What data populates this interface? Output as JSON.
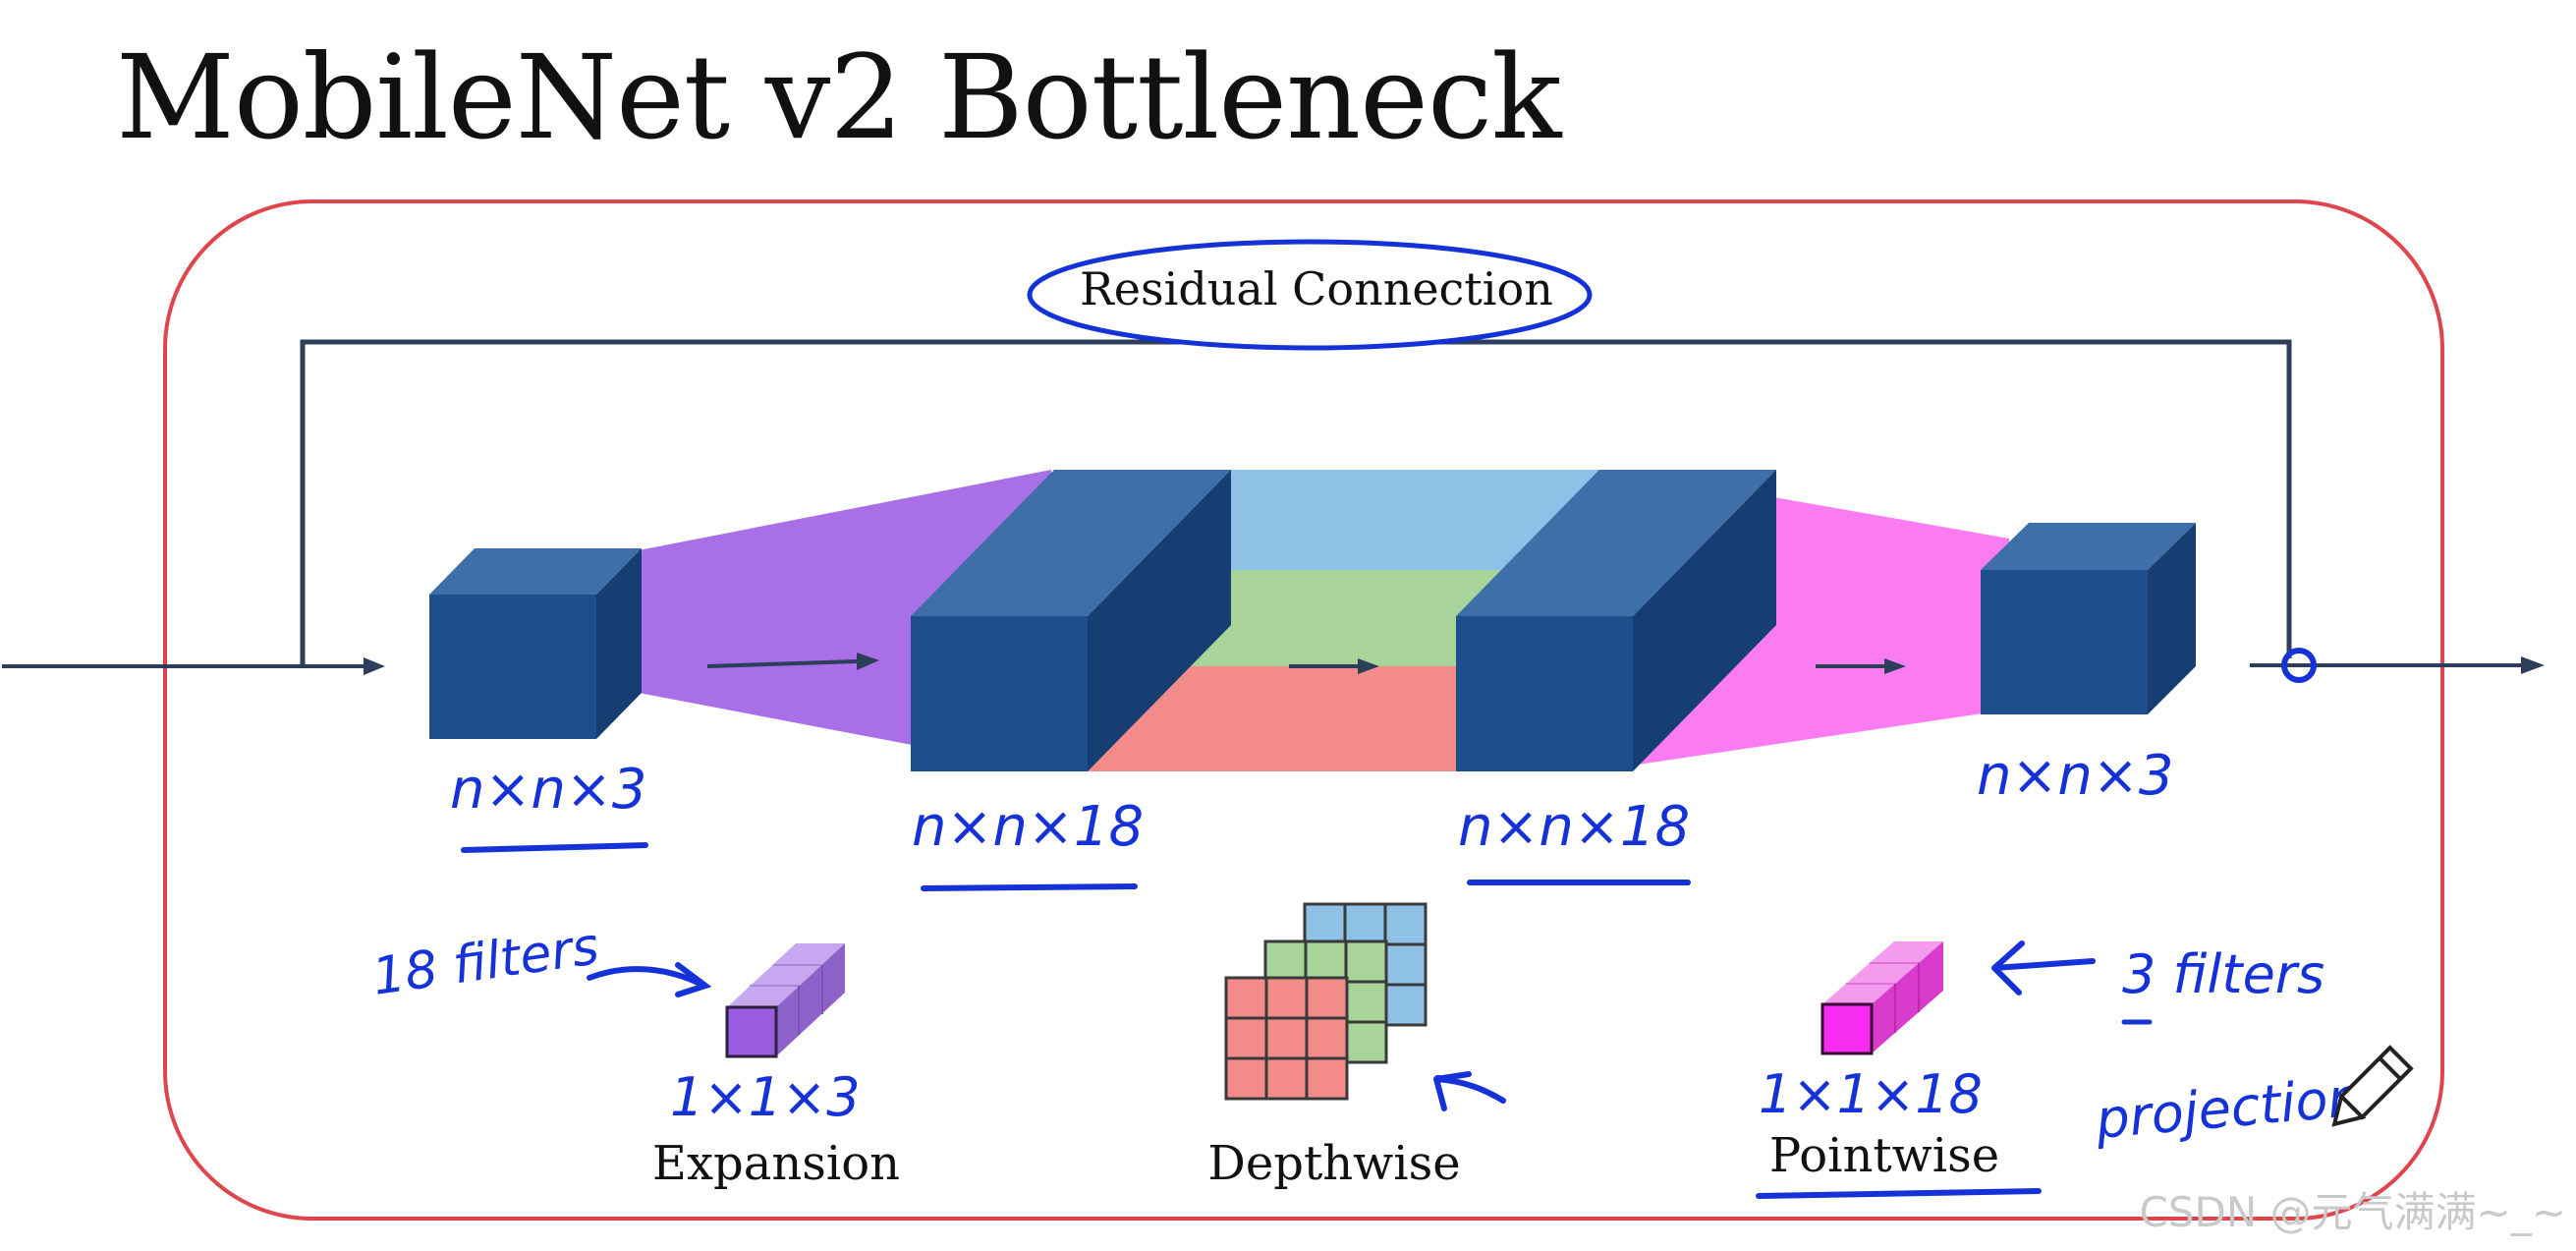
{
  "title": "MobileNet v2 Bottleneck",
  "residual_label": "Residual Connection",
  "tensors": {
    "input": "n×n×3",
    "expanded": "n×n×18",
    "depthwise_out": "n×n×18",
    "output": "n×n×3"
  },
  "filters": {
    "expansion_count": "18 filters",
    "expansion_size": "1×1×3",
    "projection_count": "3 filters",
    "projection_size": "1×1×18"
  },
  "stages": {
    "expansion": "Expansion",
    "depthwise": "Depthwise",
    "pointwise": "Pointwise"
  },
  "annotations": {
    "projection": "projection"
  },
  "watermark": "CSDN @元气满满~_~",
  "colors": {
    "frame": "#e0454b",
    "cube_front": "#1f4e8c",
    "cube_top": "#3f6fa8",
    "cube_side": "#173e72",
    "expansion_fan": "#a86fe6",
    "projection_fan": "#fa7cf0",
    "depth_blue": "#8fc0e6",
    "depth_green": "#a8d49a",
    "depth_red": "#f48b8b",
    "ink": "#1432d8"
  }
}
